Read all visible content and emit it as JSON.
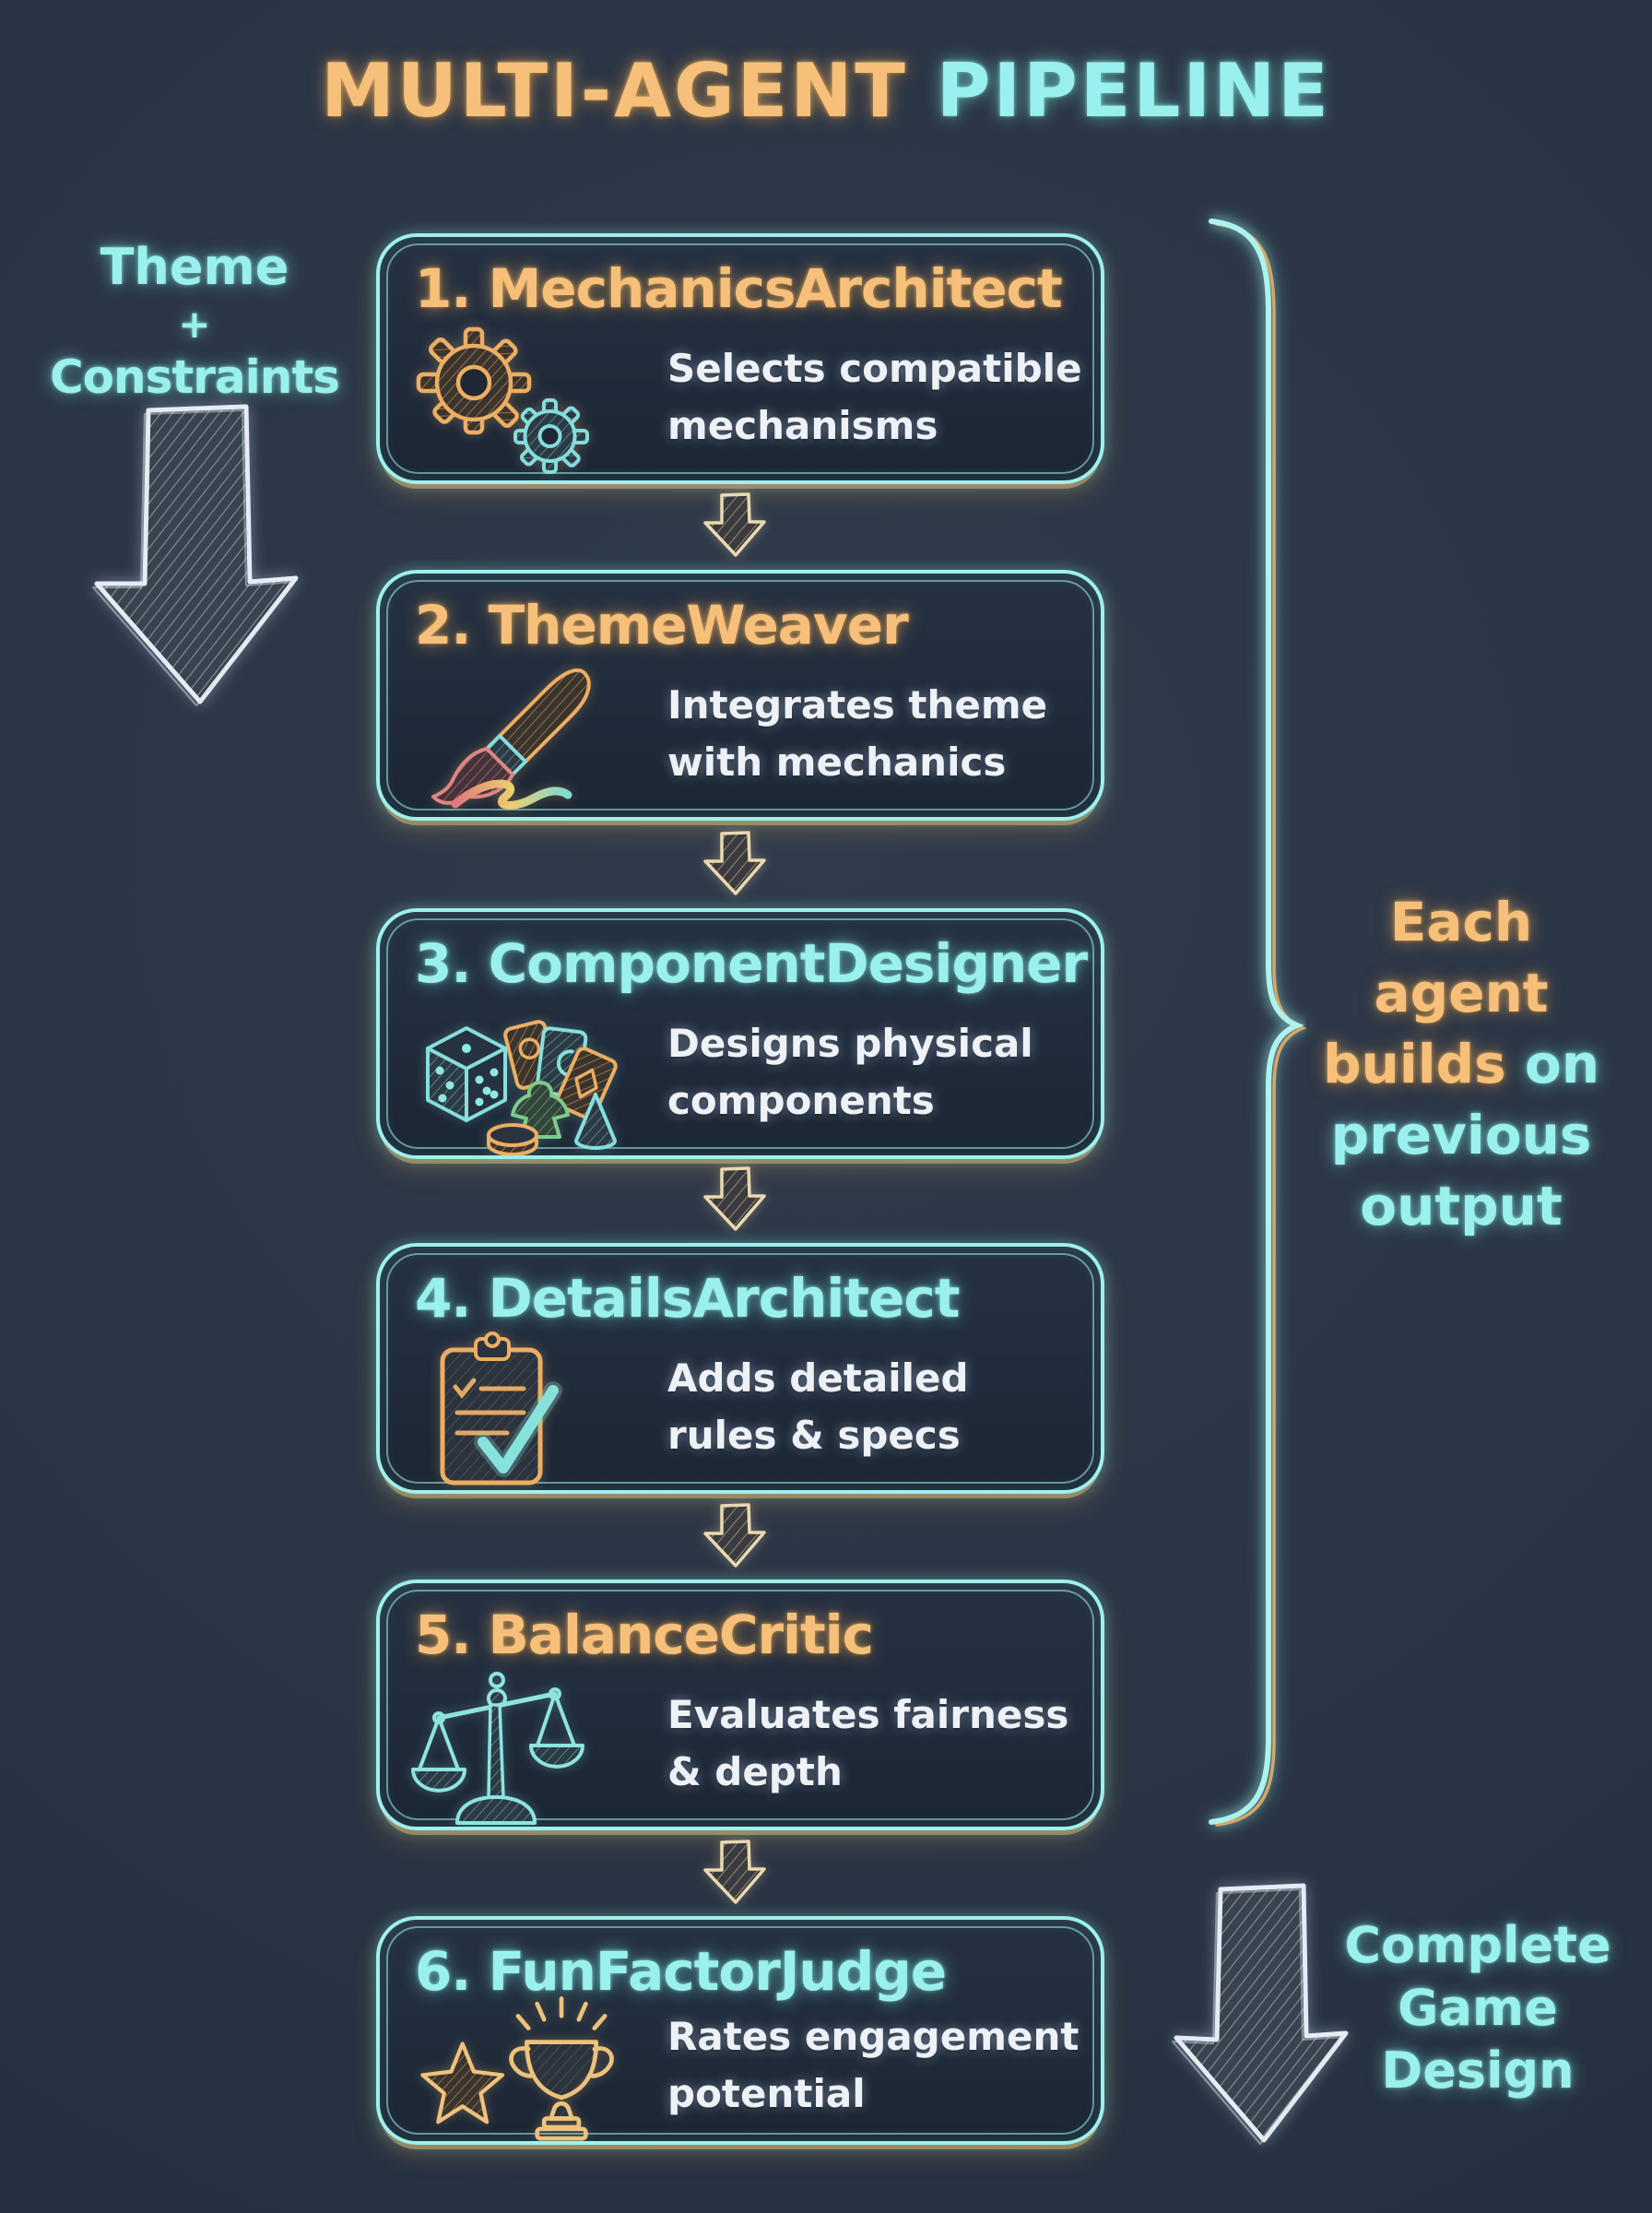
{
  "title": {
    "left": "MULTI-AGENT",
    "right": "PIPELINE"
  },
  "left_note": {
    "line1": "Theme",
    "line2": "+",
    "line3": "Constraints"
  },
  "agents": [
    {
      "number": "1.",
      "name": "MechanicsArchitect",
      "desc_line1": "Selects compatible",
      "desc_line2": "mechanisms",
      "icon": "gears-icon",
      "title_color": "orange"
    },
    {
      "number": "2.",
      "name": "ThemeWeaver",
      "desc_line1": "Integrates theme",
      "desc_line2": "with mechanics",
      "icon": "paintbrush-icon",
      "title_color": "orange"
    },
    {
      "number": "3.",
      "name": "ComponentDesigner",
      "desc_line1": "Designs physical",
      "desc_line2": "components",
      "icon": "game-components-icon",
      "title_color": "cyan"
    },
    {
      "number": "4.",
      "name": "DetailsArchitect",
      "desc_line1": "Adds detailed",
      "desc_line2": "rules & specs",
      "icon": "clipboard-icon",
      "title_color": "cyan"
    },
    {
      "number": "5.",
      "name": "BalanceCritic",
      "desc_line1": "Evaluates fairness",
      "desc_line2": "& depth",
      "icon": "balance-scale-icon",
      "title_color": "orange"
    },
    {
      "number": "6.",
      "name": "FunFactorJudge",
      "desc_line1": "Rates engagement",
      "desc_line2": "potential",
      "icon": "star-trophy-icon",
      "title_color": "cyan"
    }
  ],
  "right_note": {
    "line1": "Each",
    "line2": "agent",
    "line3_part1": "builds",
    "line3_part2": "on",
    "line4": "previous",
    "line5": "output"
  },
  "output_note": {
    "line1": "Complete",
    "line2": "Game",
    "line3": "Design"
  },
  "colors": {
    "background": "#2b3545",
    "box_fill": "#1f2937",
    "box_border_cyan": "#9ff0eb",
    "box_glow_orange": "#e9a85c",
    "text_orange": "#f6c07a",
    "text_cyan": "#9af0ec",
    "text_white": "#eef2f7",
    "gap_arrow_cream": "#ecd9ae",
    "big_arrow_white": "#e6ecf3",
    "meeple_green": "#7ecb8b",
    "bristle_pink": "#e08585"
  }
}
